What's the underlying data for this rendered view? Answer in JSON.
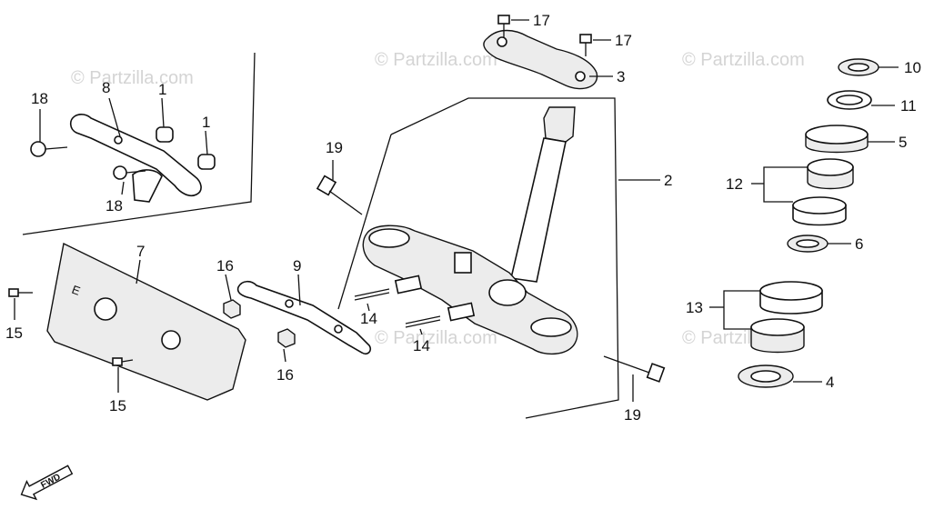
{
  "diagram": {
    "watermark": "© Partzilla.com",
    "direction_label": "FWD",
    "callouts": [
      {
        "id": "c17a",
        "label": "17"
      },
      {
        "id": "c17b",
        "label": "17"
      },
      {
        "id": "c3",
        "label": "3"
      },
      {
        "id": "c10",
        "label": "10"
      },
      {
        "id": "c11",
        "label": "11"
      },
      {
        "id": "c5",
        "label": "5"
      },
      {
        "id": "c2",
        "label": "2"
      },
      {
        "id": "c12",
        "label": "12"
      },
      {
        "id": "c6",
        "label": "6"
      },
      {
        "id": "c13",
        "label": "13"
      },
      {
        "id": "c4",
        "label": "4"
      },
      {
        "id": "c19a",
        "label": "19"
      },
      {
        "id": "c19b",
        "label": "19"
      },
      {
        "id": "c18a",
        "label": "18"
      },
      {
        "id": "c18b",
        "label": "18"
      },
      {
        "id": "c8",
        "label": "8"
      },
      {
        "id": "c1a",
        "label": "1"
      },
      {
        "id": "c1b",
        "label": "1"
      },
      {
        "id": "c7",
        "label": "7"
      },
      {
        "id": "c16a",
        "label": "16"
      },
      {
        "id": "c16b",
        "label": "16"
      },
      {
        "id": "c9",
        "label": "9"
      },
      {
        "id": "c14a",
        "label": "14"
      },
      {
        "id": "c14b",
        "label": "14"
      },
      {
        "id": "c15a",
        "label": "15"
      },
      {
        "id": "c15b",
        "label": "15"
      }
    ]
  }
}
